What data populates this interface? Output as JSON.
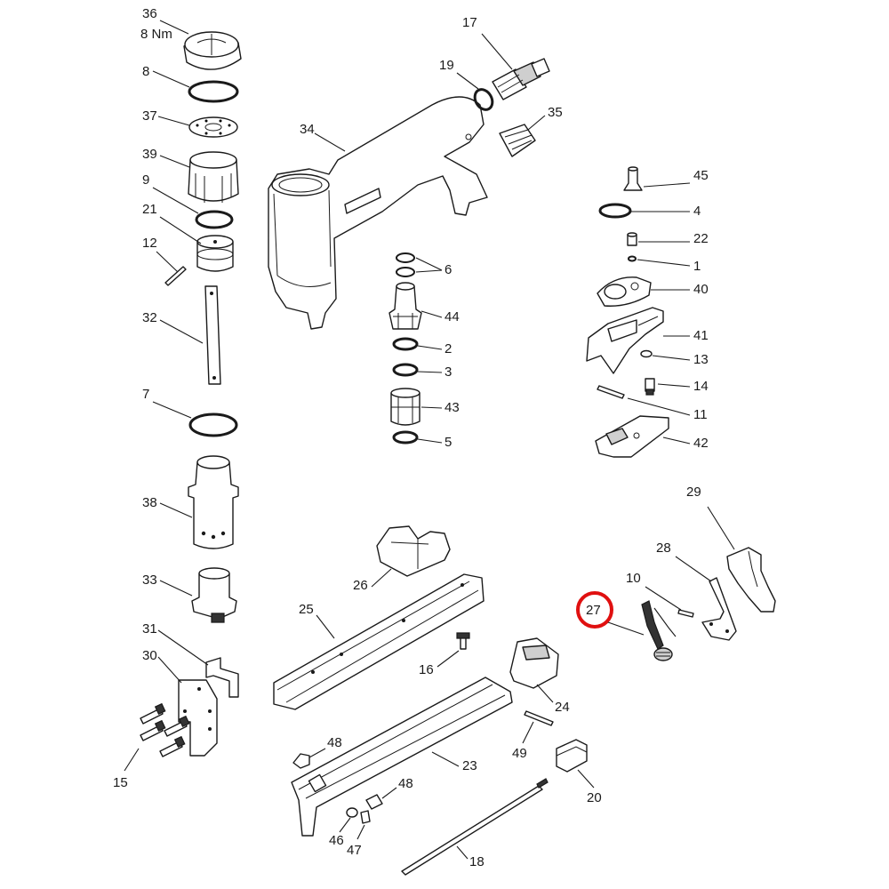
{
  "callouts": {
    "c36": "36",
    "c8": "8",
    "c37": "37",
    "c39": "39",
    "c9": "9",
    "c21": "21",
    "c12": "12",
    "c32": "32",
    "c7": "7",
    "c38": "38",
    "c33": "33",
    "c31": "31",
    "c30": "30",
    "c15": "15",
    "c17": "17",
    "c19": "19",
    "c35": "35",
    "c34": "34",
    "c6": "6",
    "c44": "44",
    "c2": "2",
    "c3": "3",
    "c43": "43",
    "c5": "5",
    "c45": "45",
    "c4": "4",
    "c22": "22",
    "c1": "1",
    "c40": "40",
    "c41": "41",
    "c13": "13",
    "c14": "14",
    "c11": "11",
    "c42": "42",
    "c29": "29",
    "c28": "28",
    "c10": "10",
    "c27": "27",
    "c26": "26",
    "c25": "25",
    "c16": "16",
    "c24": "24",
    "c48a": "48",
    "c23": "23",
    "c49": "49",
    "c20": "20",
    "c48b": "48",
    "c46": "46",
    "c47": "47",
    "c18": "18"
  },
  "torque_note": "8 Nm",
  "highlight": {
    "part": "27",
    "color": "#e01010"
  }
}
